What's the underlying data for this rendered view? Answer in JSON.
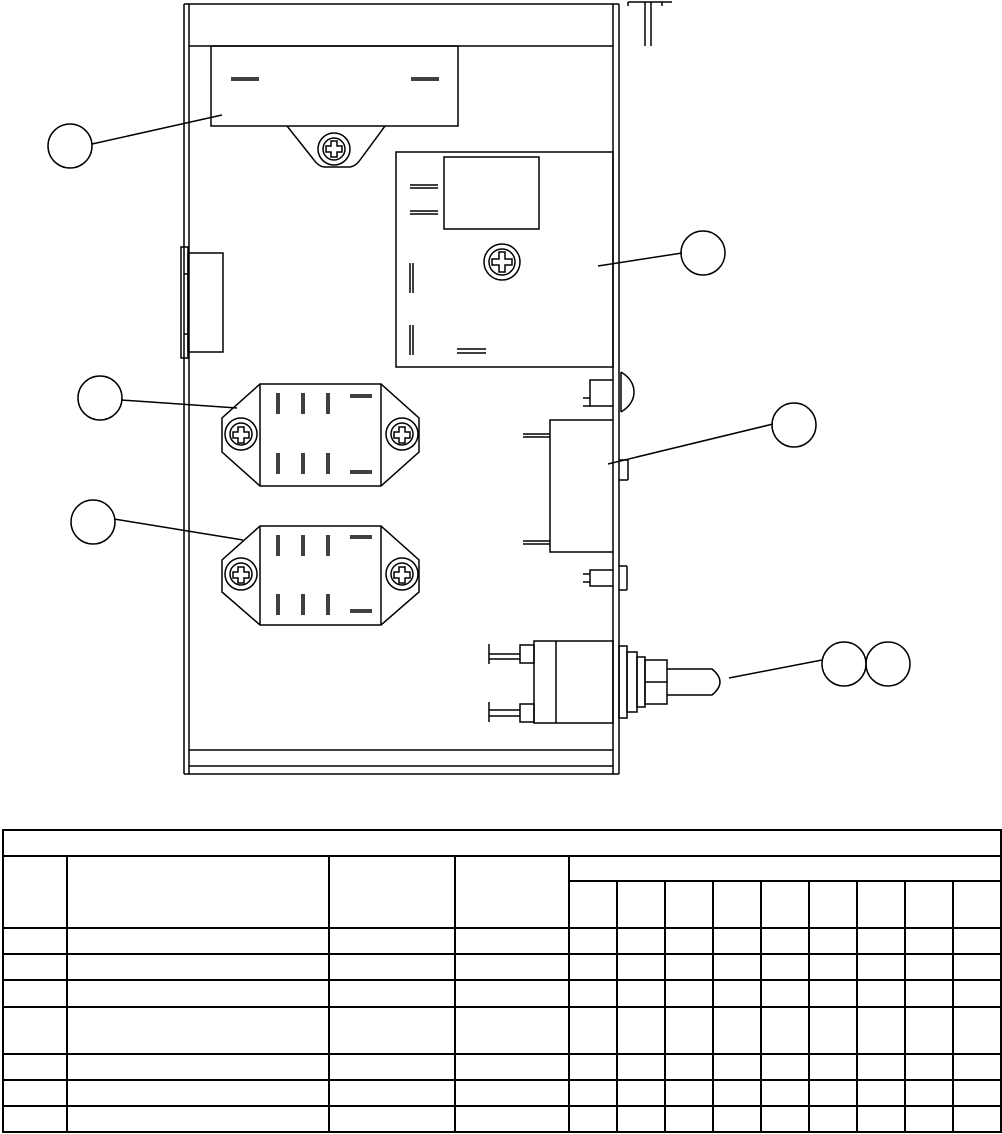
{
  "diagram": {
    "callouts": [
      {
        "id": "callout-1",
        "label": ""
      },
      {
        "id": "callout-2",
        "label": ""
      },
      {
        "id": "callout-3",
        "label": ""
      },
      {
        "id": "callout-4",
        "label": ""
      },
      {
        "id": "callout-5",
        "label": ""
      },
      {
        "id": "callout-6a",
        "label": ""
      },
      {
        "id": "callout-6b",
        "label": ""
      }
    ]
  },
  "parts_table": {
    "title": "",
    "headers": [
      "",
      "",
      "",
      "",
      ""
    ],
    "sub_headers": [
      "",
      "",
      "",
      "",
      "",
      "",
      "",
      "",
      ""
    ],
    "row_count": 7,
    "rows": [
      [
        "",
        "",
        "",
        "",
        "",
        "",
        "",
        "",
        "",
        "",
        "",
        "",
        ""
      ],
      [
        "",
        "",
        "",
        "",
        "",
        "",
        "",
        "",
        "",
        "",
        "",
        "",
        ""
      ],
      [
        "",
        "",
        "",
        "",
        "",
        "",
        "",
        "",
        "",
        "",
        "",
        "",
        ""
      ],
      [
        "",
        "",
        "",
        "",
        "",
        "",
        "",
        "",
        "",
        "",
        "",
        "",
        ""
      ],
      [
        "",
        "",
        "",
        "",
        "",
        "",
        "",
        "",
        "",
        "",
        "",
        "",
        ""
      ],
      [
        "",
        "",
        "",
        "",
        "",
        "",
        "",
        "",
        "",
        "",
        "",
        "",
        ""
      ],
      [
        "",
        "",
        "",
        "",
        "",
        "",
        "",
        "",
        "",
        "",
        "",
        "",
        ""
      ]
    ]
  }
}
